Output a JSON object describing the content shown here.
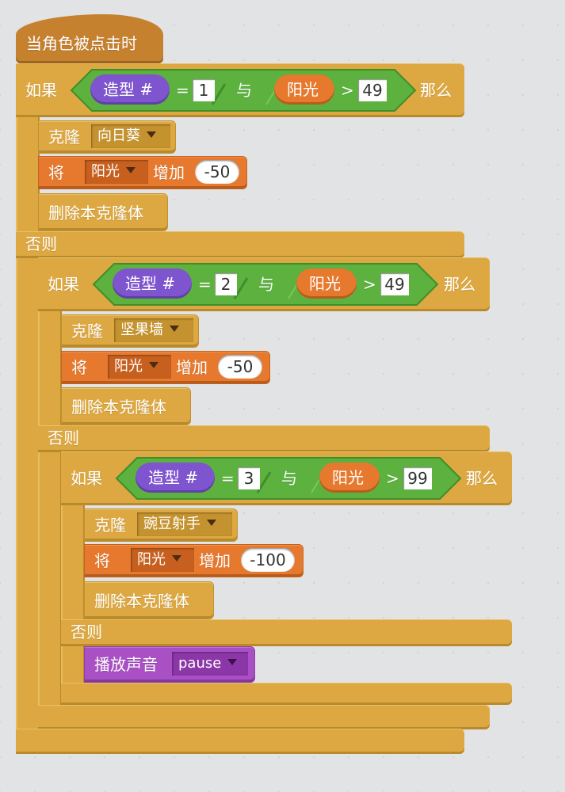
{
  "colors": {
    "background": "#E2E3E4",
    "event": "#C6812F",
    "control": "#DDA841",
    "operator": "#5CB13F",
    "looks": "#7E54CF",
    "data": "#E6792E",
    "sound": "#A950C5"
  },
  "script": {
    "hat": {
      "label": "当角色被点击时"
    },
    "if1": {
      "if_label": "如果",
      "then_label": "那么",
      "else_label": "否则",
      "cond": {
        "left_reporter": "造型 #",
        "eq_op": "=",
        "eq_value": "1",
        "and_label": "与",
        "right_reporter": "阳光",
        "gt_op": ">",
        "gt_value": "49"
      },
      "body": {
        "clone_label": "克隆",
        "clone_target": "向日葵",
        "change_label": "将",
        "change_var": "阳光",
        "change_by_label": "增加",
        "change_value": "-50",
        "delete_label": "删除本克隆体"
      }
    },
    "if2": {
      "if_label": "如果",
      "then_label": "那么",
      "else_label": "否则",
      "cond": {
        "left_reporter": "造型 #",
        "eq_op": "=",
        "eq_value": "2",
        "and_label": "与",
        "right_reporter": "阳光",
        "gt_op": ">",
        "gt_value": "49"
      },
      "body": {
        "clone_label": "克隆",
        "clone_target": "坚果墙",
        "change_label": "将",
        "change_var": "阳光",
        "change_by_label": "增加",
        "change_value": "-50",
        "delete_label": "删除本克隆体"
      }
    },
    "if3": {
      "if_label": "如果",
      "then_label": "那么",
      "else_label": "否则",
      "cond": {
        "left_reporter": "造型 #",
        "eq_op": "=",
        "eq_value": "3",
        "and_label": "与",
        "right_reporter": "阳光",
        "gt_op": ">",
        "gt_value": "99"
      },
      "body": {
        "clone_label": "克隆",
        "clone_target": "豌豆射手",
        "change_label": "将",
        "change_var": "阳光",
        "change_by_label": "增加",
        "change_value": "-100",
        "delete_label": "删除本克隆体"
      },
      "else_body": {
        "play_sound_label": "播放声音",
        "sound_name": "pause"
      }
    }
  }
}
